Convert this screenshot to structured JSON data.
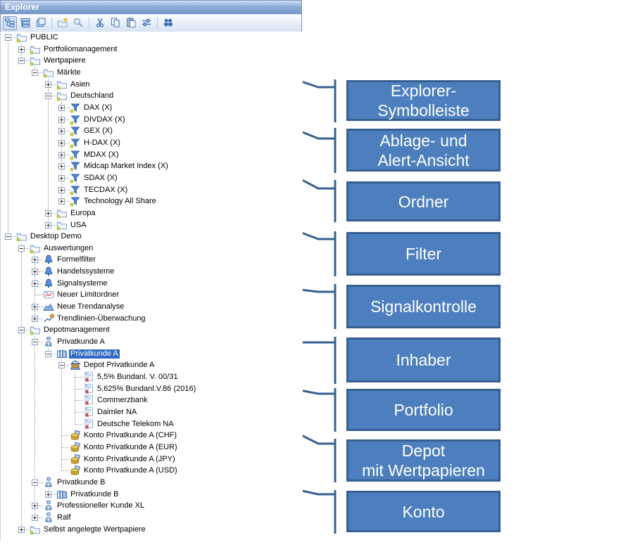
{
  "window": {
    "title": "Explorer"
  },
  "toolbar": {
    "buttons": [
      {
        "icon": "explorer-view-icon",
        "active": true
      },
      {
        "icon": "ablage-view-icon",
        "active": false
      },
      {
        "icon": "alert-view-icon",
        "active": false
      },
      {
        "icon": "new-folder-icon",
        "active": false
      },
      {
        "icon": "search-icon",
        "active": false
      },
      {
        "icon": "cut-icon",
        "active": false
      },
      {
        "icon": "copy-icon",
        "active": false
      },
      {
        "icon": "paste-icon",
        "active": false
      },
      {
        "icon": "sliders-icon",
        "active": false
      },
      {
        "icon": "find-icon",
        "active": false
      }
    ]
  },
  "tree": {
    "rows": [
      {
        "label": "PUBLIC",
        "level": 0,
        "expander": "minus",
        "icon": "folder",
        "selected": false
      },
      {
        "label": "Portfoliomanagement",
        "level": 1,
        "expander": "plus",
        "icon": "folder",
        "selected": false
      },
      {
        "label": "Wertpapiere",
        "level": 1,
        "expander": "minus",
        "icon": "folder",
        "selected": false
      },
      {
        "label": "Märkte",
        "level": 2,
        "expander": "minus",
        "icon": "folder",
        "selected": false
      },
      {
        "label": "Asien",
        "level": 3,
        "expander": "plus",
        "icon": "folder",
        "selected": false
      },
      {
        "label": "Deutschland",
        "level": 3,
        "expander": "minus",
        "icon": "folder",
        "selected": false
      },
      {
        "label": "DAX (X)",
        "level": 4,
        "expander": "plus",
        "icon": "filter",
        "selected": false
      },
      {
        "label": "DIVDAX (X)",
        "level": 4,
        "expander": "plus",
        "icon": "filter",
        "selected": false
      },
      {
        "label": "GEX (X)",
        "level": 4,
        "expander": "plus",
        "icon": "filter",
        "selected": false
      },
      {
        "label": "H-DAX (X)",
        "level": 4,
        "expander": "plus",
        "icon": "filter",
        "selected": false
      },
      {
        "label": "MDAX (X)",
        "level": 4,
        "expander": "plus",
        "icon": "filter",
        "selected": false
      },
      {
        "label": "Midcap Market Index (X)",
        "level": 4,
        "expander": "plus",
        "icon": "filter",
        "selected": false
      },
      {
        "label": "SDAX (X)",
        "level": 4,
        "expander": "plus",
        "icon": "filter",
        "selected": false
      },
      {
        "label": "TECDAX (X)",
        "level": 4,
        "expander": "plus",
        "icon": "filter",
        "selected": false
      },
      {
        "label": "Technology All Share",
        "level": 4,
        "expander": "plus",
        "icon": "filter",
        "selected": false
      },
      {
        "label": "Europa",
        "level": 3,
        "expander": "plus",
        "icon": "folder",
        "selected": false
      },
      {
        "label": "USA",
        "level": 3,
        "expander": "plus",
        "icon": "folder",
        "selected": false
      },
      {
        "label": "Desktop Demo",
        "level": 0,
        "expander": "minus",
        "icon": "folder",
        "selected": false
      },
      {
        "label": "Auswertungen",
        "level": 1,
        "expander": "minus",
        "icon": "folder",
        "selected": false
      },
      {
        "label": "Formelfilter",
        "level": 2,
        "expander": "plus",
        "icon": "bell",
        "selected": false
      },
      {
        "label": "Handelssysteme",
        "level": 2,
        "expander": "plus",
        "icon": "bell",
        "selected": false
      },
      {
        "label": "Signalsysteme",
        "level": 2,
        "expander": "plus",
        "icon": "bell",
        "selected": false
      },
      {
        "label": "Neuer Limitordner",
        "level": 2,
        "expander": "none",
        "icon": "limit",
        "selected": false
      },
      {
        "label": "Neue Trendanalyse",
        "level": 2,
        "expander": "plus",
        "icon": "trend",
        "selected": false
      },
      {
        "label": "Trendlinien-Überwachung",
        "level": 2,
        "expander": "plus",
        "icon": "trendline",
        "selected": false
      },
      {
        "label": "Depotmanagement",
        "level": 1,
        "expander": "minus",
        "icon": "folder",
        "selected": false
      },
      {
        "label": "Privatkunde A",
        "level": 2,
        "expander": "minus",
        "icon": "person",
        "selected": false
      },
      {
        "label": "Privatkunde A",
        "level": 3,
        "expander": "minus",
        "icon": "portfolio",
        "selected": true
      },
      {
        "label": "Depot Privatkunde A",
        "level": 4,
        "expander": "minus",
        "icon": "bank",
        "selected": false
      },
      {
        "label": "5,5% Bundanl. V. 00/31",
        "level": 5,
        "expander": "none",
        "icon": "certificate",
        "selected": false
      },
      {
        "label": "5,625% Bundanl.V.86 (2016)",
        "level": 5,
        "expander": "none",
        "icon": "certificate",
        "selected": false
      },
      {
        "label": "Commerzbank",
        "level": 5,
        "expander": "none",
        "icon": "certificate",
        "selected": false
      },
      {
        "label": "Daimler NA",
        "level": 5,
        "expander": "none",
        "icon": "certificate",
        "selected": false
      },
      {
        "label": "Deutsche Telekom NA",
        "level": 5,
        "expander": "none",
        "icon": "certificate",
        "selected": false
      },
      {
        "label": "Konto Privatkunde A (CHF)",
        "level": 4,
        "expander": "none",
        "icon": "coins",
        "selected": false
      },
      {
        "label": "Konto Privatkunde A (EUR)",
        "level": 4,
        "expander": "none",
        "icon": "coins",
        "selected": false
      },
      {
        "label": "Konto Privatkunde A (JPY)",
        "level": 4,
        "expander": "none",
        "icon": "coins",
        "selected": false
      },
      {
        "label": "Konto Privatkunde A (USD)",
        "level": 4,
        "expander": "none",
        "icon": "coins",
        "selected": false
      },
      {
        "label": "Privatkunde B",
        "level": 2,
        "expander": "minus",
        "icon": "person",
        "selected": false
      },
      {
        "label": "Privatkunde B",
        "level": 3,
        "expander": "plus",
        "icon": "portfolio",
        "selected": false
      },
      {
        "label": "Professioneller Kunde XL",
        "level": 2,
        "expander": "plus",
        "icon": "person",
        "selected": false
      },
      {
        "label": "Ralf",
        "level": 2,
        "expander": "plus",
        "icon": "person",
        "selected": false
      },
      {
        "label": "Selbst angelegte Wertpapiere",
        "level": 1,
        "expander": "plus",
        "icon": "folder",
        "selected": false
      }
    ]
  },
  "callouts": {
    "items": [
      {
        "label": "Explorer-\nSymbolleiste"
      },
      {
        "label": "Ablage- und\nAlert-Ansicht"
      },
      {
        "label": "Ordner"
      },
      {
        "label": "Filter"
      },
      {
        "label": "Signalkontrolle"
      },
      {
        "label": "Inhaber"
      },
      {
        "label": "Portfolio"
      },
      {
        "label": "Depot\nmit Wertpapieren"
      },
      {
        "label": "Konto"
      }
    ]
  },
  "colors": {
    "callout_fill": "#4d7fbe",
    "callout_border": "#365f91",
    "leader_line": "#36608f",
    "selection": "#316ac5"
  }
}
